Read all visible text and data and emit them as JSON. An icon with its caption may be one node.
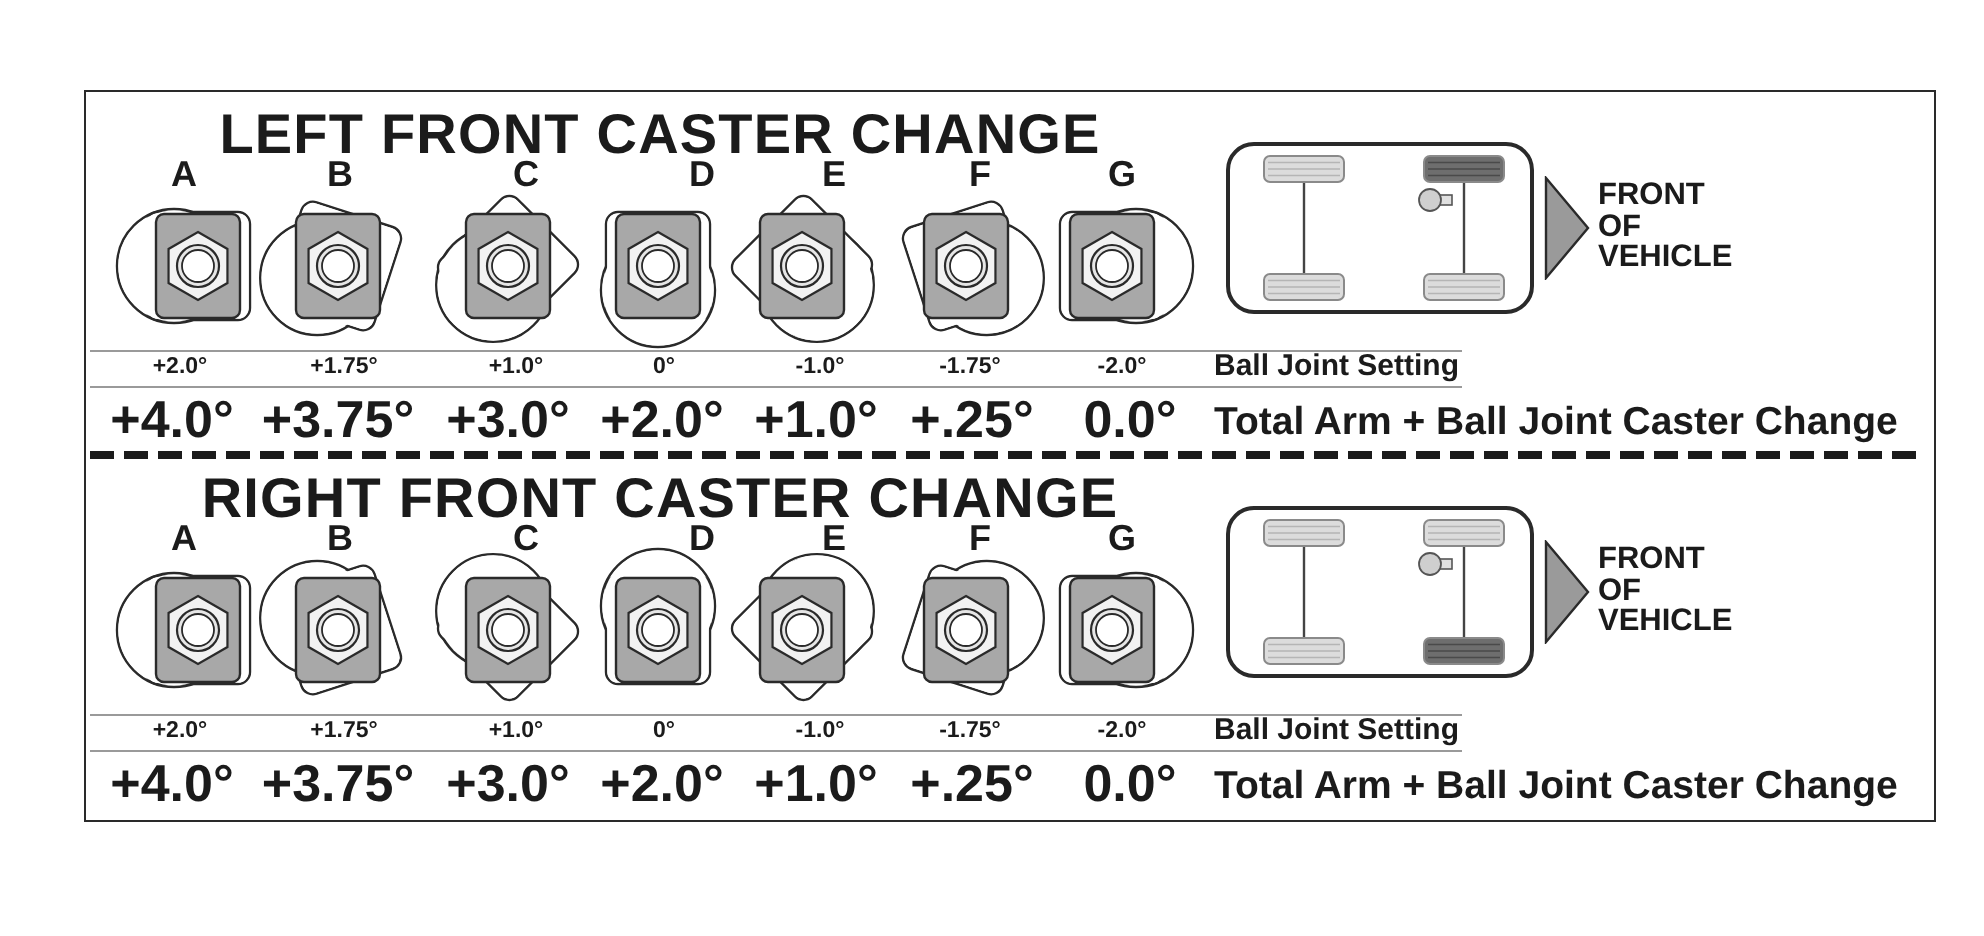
{
  "diagram": {
    "labels": [
      "LEFT FRONT CASTER CHANGE",
      "A",
      "B",
      "C",
      "D",
      "E",
      "F",
      "G",
      "FRONT OF VEHICLE",
      "+2.0°",
      "+1.75°",
      "+1.0°",
      "0°",
      "-1.0°",
      "-1.75°",
      "-2.0°",
      "Ball Joint Setting",
      "+4.0°",
      "+3.75°",
      "+3.0°",
      "+2.0°",
      "+1.0°",
      "+.25°",
      "0.0°",
      "Total Arm + Ball Joint Caster Change",
      "RIGHT FRONT CASTER CHANGE",
      "A",
      "B",
      "C",
      "D",
      "E",
      "F",
      "G",
      "FRONT OF VEHICLE",
      "+2.0°",
      "+1.75°",
      "+1.0°",
      "0°",
      "-1.0°",
      "-1.75°",
      "-2.0°",
      "Ball Joint Setting",
      "+4.0°",
      "+3.75°",
      "+3.0°",
      "+2.0°",
      "+1.0°",
      "+.25°",
      "0.0°",
      "Total Arm + Ball Joint Caster Change"
    ]
  }
}
